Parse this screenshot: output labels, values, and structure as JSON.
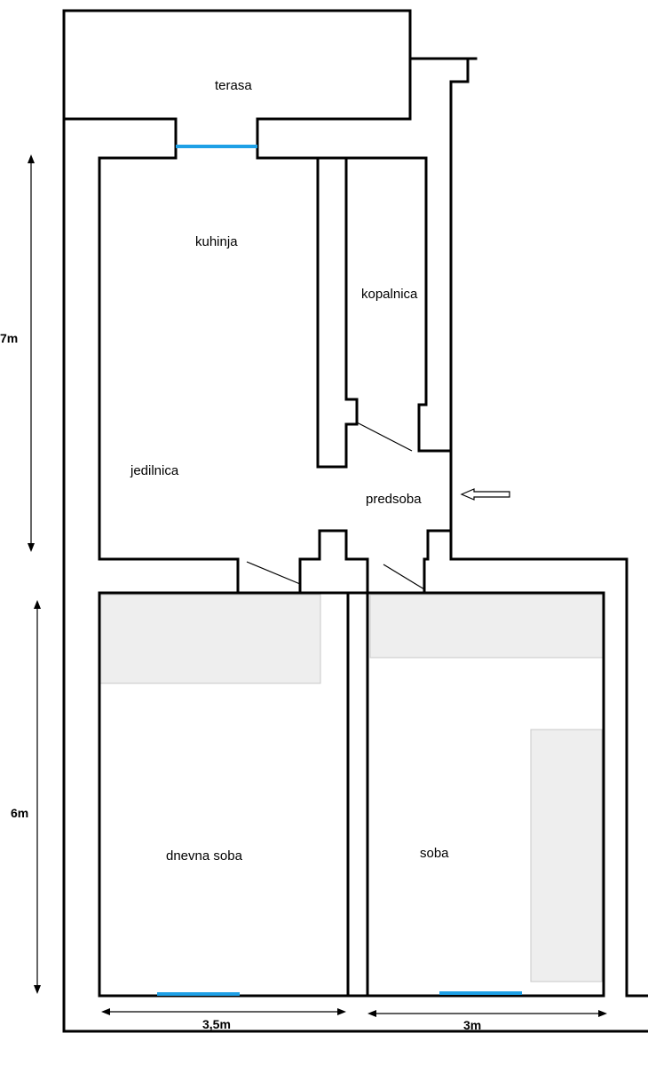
{
  "colors": {
    "wall": "#000000",
    "window": "#1ea0e6",
    "furniture": "#eeeeee",
    "furniture_border": "#c8c8c8",
    "background": "#ffffff"
  },
  "rooms": {
    "terasa": "terasa",
    "kuhinja": "kuhinja",
    "kopalnica": "kopalnica",
    "jedilnica": "jedilnica",
    "predsoba": "predsoba",
    "dnevna_soba": "dnevna soba",
    "soba": "soba"
  },
  "dimensions": {
    "upper_height": "7m",
    "lower_height": "6m",
    "left_width": "3,5m",
    "right_width": "3m"
  },
  "icons": {
    "entrance": "entrance-arrow-icon"
  }
}
